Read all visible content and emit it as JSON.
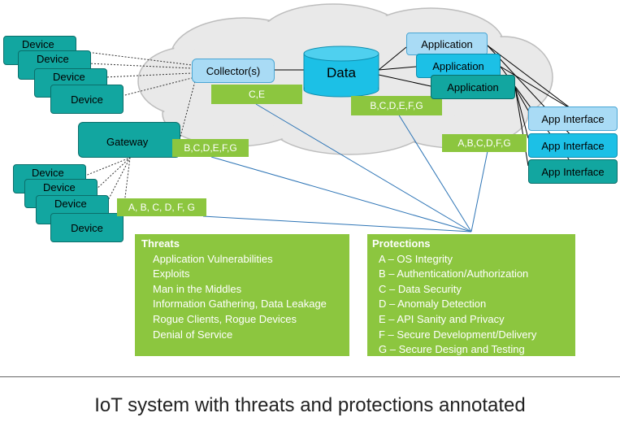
{
  "cloud": {
    "data_label": "Data",
    "collector_label": "Collector(s)"
  },
  "devices_top": [
    "Device",
    "Device",
    "Device",
    "Device"
  ],
  "devices_bottom": [
    "Device",
    "Device",
    "Device",
    "Device"
  ],
  "gateway_label": "Gateway",
  "applications": [
    "Application",
    "Application",
    "Application"
  ],
  "app_interfaces": [
    "App Interface",
    "App Interface",
    "App Interface"
  ],
  "tags": {
    "collector": "C,E",
    "data": "B,C,D,E,F,G",
    "gateway": "B,C,D,E,F,G",
    "devices": "A, B, C, D, F, G",
    "apps": "A,B,C,D,F,G"
  },
  "threats": {
    "title": "Threats",
    "items": [
      "Application Vulnerabilities",
      "Exploits",
      "Man in the Middles",
      "Information Gathering, Data Leakage",
      "Rogue Clients, Rogue Devices",
      "Denial of Service"
    ]
  },
  "protections": {
    "title": "Protections",
    "items": [
      "A – OS Integrity",
      "B – Authentication/Authorization",
      "C – Data Security",
      "D – Anomaly Detection",
      "E – API Sanity and Privacy",
      "F – Secure Development/Delivery",
      "G – Secure Design and Testing"
    ]
  },
  "caption": "IoT system with threats and protections annotated",
  "colors": {
    "teal": "#12a6a0",
    "green": "#8cc63f",
    "light_blue": "#a9dbf5",
    "cyan": "#1cc0e6",
    "cloud_fill": "#e8e8e8",
    "connector_blue": "#2e75b6"
  }
}
